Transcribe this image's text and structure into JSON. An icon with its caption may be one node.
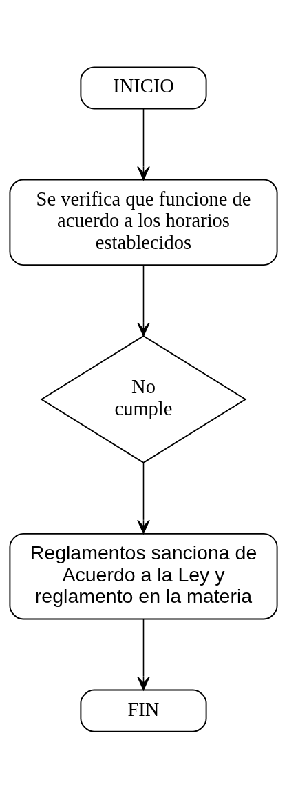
{
  "diagram": {
    "nodes": [
      {
        "text": [
          "INICIO"
        ]
      },
      {
        "text": [
          "Se verifica que funcione de acuerdo a los horarios establecidos"
        ]
      },
      {
        "text": [
          "No cumple"
        ]
      },
      {
        "text": [
          "Reglamentos sanciona de Acuerdo a la Ley y reglamento en la materia"
        ]
      },
      {
        "text": [
          "FIN"
        ]
      }
    ],
    "edges": [
      {
        "from": 0,
        "to": 1,
        "arrow": "to"
      },
      {
        "from": 1,
        "to": 2,
        "arrow": "to"
      },
      {
        "from": 2,
        "to": 3,
        "arrow": "to"
      },
      {
        "from": 3,
        "to": 4,
        "arrow": "to"
      }
    ]
  }
}
